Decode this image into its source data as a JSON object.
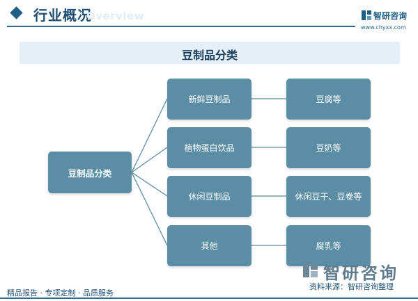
{
  "header": {
    "title": "行业概况",
    "subtitle_en": "Overview",
    "brand_name": "智研咨询",
    "brand_url": "www.chyxx.com"
  },
  "banner": {
    "title": "豆制品分类"
  },
  "diagram": {
    "root": "豆制品分类",
    "categories": [
      {
        "label": "新鲜豆制品",
        "example": "豆腐等"
      },
      {
        "label": "植物蛋白饮品",
        "example": "豆奶等"
      },
      {
        "label": "休闲豆制品",
        "example": "休闲豆干、豆卷等"
      },
      {
        "label": "其他",
        "example": "腐乳等"
      }
    ]
  },
  "footer": {
    "tagline": "精品报告 · 专项定制 · 品质服务",
    "brand_logo": "智研咨询",
    "source": "资料来源：智研咨询整理"
  },
  "colors": {
    "primary": "#1f5f86",
    "box": "#5b8da5",
    "banner_bg": "#e4eff7",
    "connector": "#5b8da5"
  }
}
